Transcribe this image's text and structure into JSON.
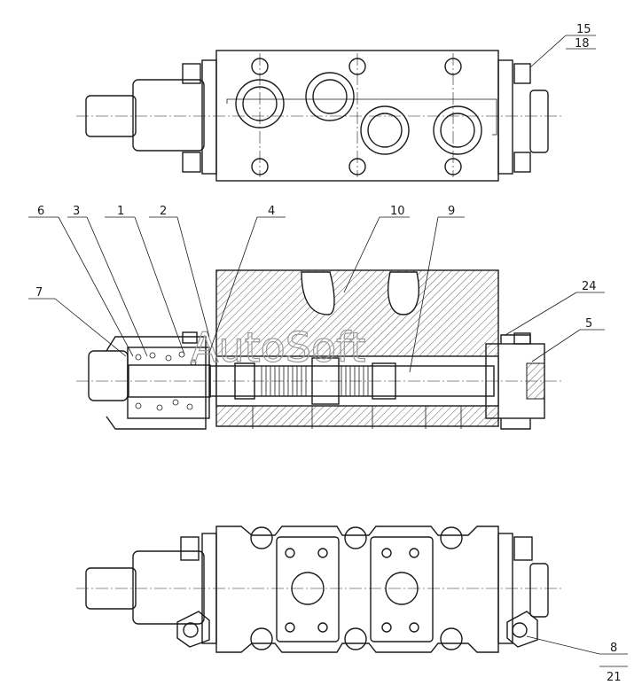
{
  "callouts": {
    "c15": "15",
    "c18": "18",
    "c6": "6",
    "c3": "3",
    "c1": "1",
    "c2": "2",
    "c4": "4",
    "c10": "10",
    "c9": "9",
    "c7": "7",
    "c24": "24",
    "c5": "5",
    "c8": "8",
    "c21": "21"
  },
  "watermark": "AutoSoft",
  "colors": {
    "line": "#1a1a1a",
    "watermark": "#9a9a9a",
    "background": "#ffffff"
  }
}
